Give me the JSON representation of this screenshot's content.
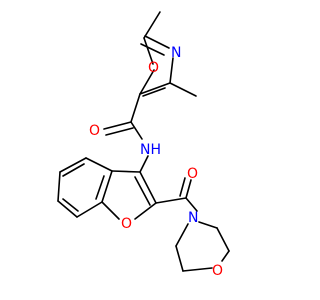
{
  "colors": {
    "background": "#ffffff",
    "bond": "#000000",
    "oxygen": "#ff0000",
    "nitrogen": "#0000ff"
  },
  "atoms": {
    "oxazole_o": {
      "text": "O",
      "element": "O"
    },
    "oxazole_n": {
      "text": "N",
      "element": "N"
    },
    "amide_o": {
      "text": "O",
      "element": "O"
    },
    "amide_nh": {
      "text": "NH",
      "element": "N"
    },
    "furan_o": {
      "text": "O",
      "element": "O"
    },
    "ketone_o": {
      "text": "O",
      "element": "O"
    },
    "morpholine_n": {
      "text": "N",
      "element": "N"
    },
    "morpholine_o": {
      "text": "O",
      "element": "O"
    }
  }
}
